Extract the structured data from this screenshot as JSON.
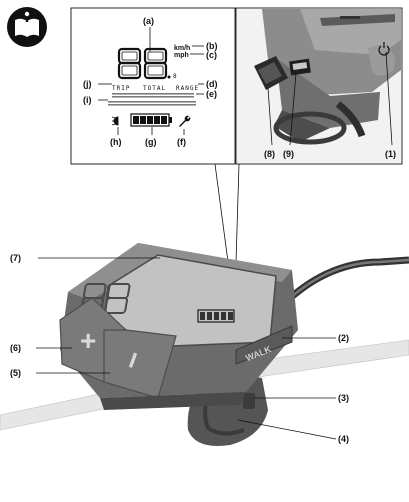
{
  "lcd": {
    "speed_digits": "88",
    "decimal_digit": "8",
    "unit_kmh": "km/h",
    "unit_mph": "mph",
    "trip": "TRIP",
    "total": "TOTAL",
    "range": "RANGE"
  },
  "labels": {
    "a": "(a)",
    "b": "(b)",
    "c": "(c)",
    "d": "(d)",
    "e": "(e)",
    "f": "(f)",
    "g": "(g)",
    "h": "(h)",
    "i": "(i)",
    "j": "(j)",
    "n1": "(1)",
    "n2": "(2)",
    "n3": "(3)",
    "n4": "(4)",
    "n5": "(5)",
    "n6": "(6)",
    "n7": "(7)",
    "n8": "(8)",
    "n9": "(9)"
  },
  "device": {
    "walk_text": "WALK",
    "plus_symbol": "+",
    "minus_symbol": "−"
  },
  "icons": [
    "manual-book-icon",
    "power-icon",
    "wrench-icon",
    "light-icon",
    "usb-port-icon"
  ]
}
